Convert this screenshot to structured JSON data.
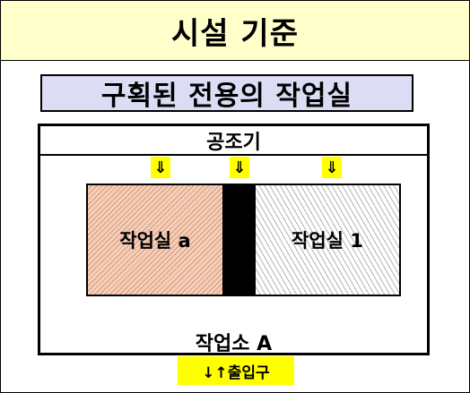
{
  "header": {
    "title": "시설 기준"
  },
  "subtitle": "구획된 전용의 작업실",
  "diagram": {
    "ac_label": "공조기",
    "arrow_glyph": "⇓",
    "rooms": [
      {
        "label": "작업실 a"
      },
      {
        "label": "작업실 1"
      }
    ],
    "site_label": "작업소 A",
    "entrance_label": "↓↑출입구"
  },
  "colors": {
    "header_bg": "#ffffcc",
    "subtitle_bg": "#dcdcf5",
    "highlight_yellow": "#ffff00",
    "room_a_fill": "#f6cfb9",
    "room_1_fill": "#ffffff",
    "partition": "#000000"
  }
}
